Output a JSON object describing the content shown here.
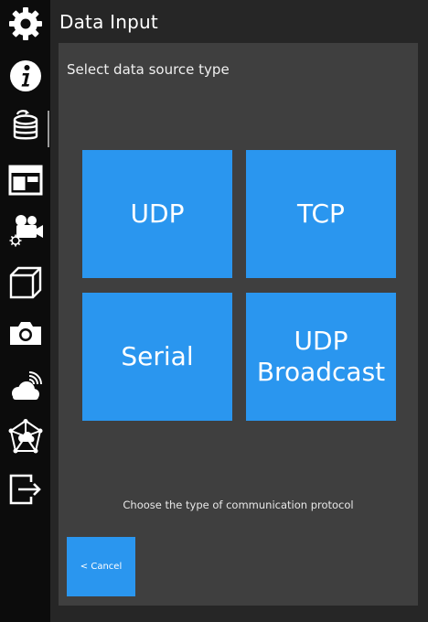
{
  "header": {
    "title": "Data Input"
  },
  "panel": {
    "prompt": "Select data source type",
    "options": [
      {
        "label": "UDP"
      },
      {
        "label": "TCP"
      },
      {
        "label": "Serial"
      },
      {
        "label": "UDP\nBroadcast"
      }
    ],
    "hint": "Choose the type of communication protocol",
    "cancel_label": "< Cancel"
  },
  "sidebar": {
    "items": [
      {
        "icon": "gear-icon"
      },
      {
        "icon": "info-icon"
      },
      {
        "icon": "database-icon",
        "active": true
      },
      {
        "icon": "layout-icon"
      },
      {
        "icon": "video-camera-settings-icon"
      },
      {
        "icon": "cube-icon"
      },
      {
        "icon": "camera-icon"
      },
      {
        "icon": "cloud-signal-icon"
      },
      {
        "icon": "network-icon"
      },
      {
        "icon": "exit-icon"
      }
    ]
  },
  "colors": {
    "accent": "#2a96ef",
    "panel": "#3f3f3f",
    "background": "#262626",
    "sidebar": "#0c0c0c"
  }
}
